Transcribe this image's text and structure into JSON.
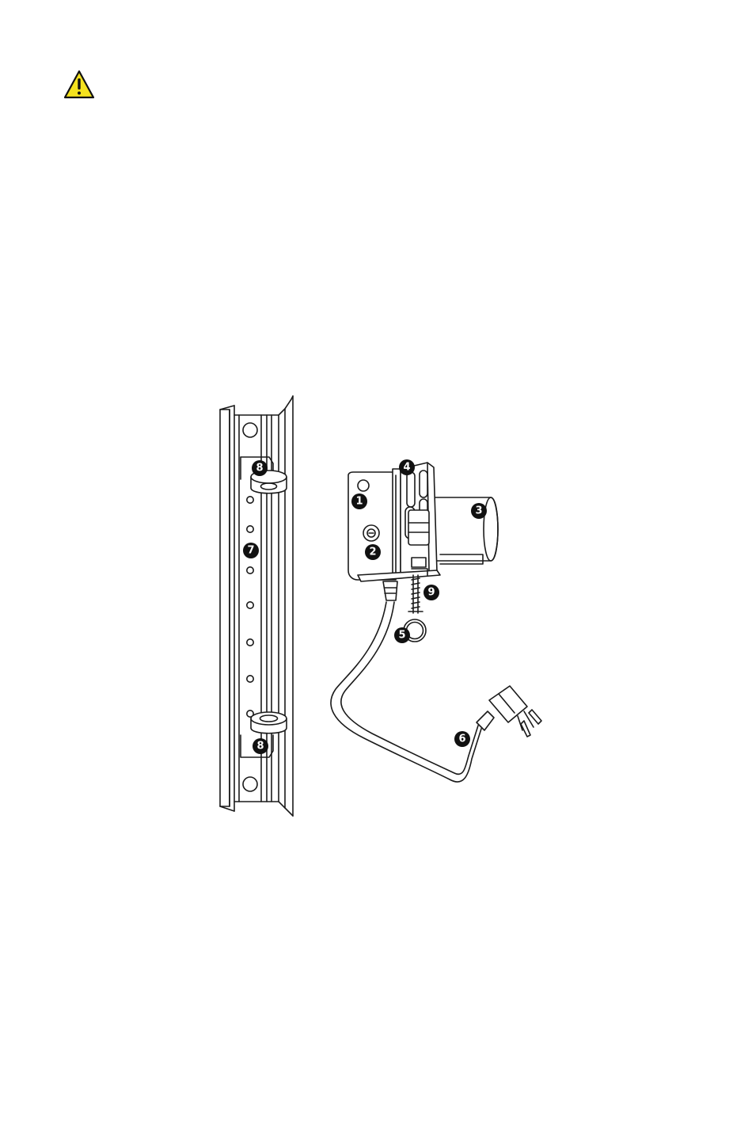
{
  "colors": {
    "warning_fill": "#f4e21f",
    "warning_stroke": "#111111",
    "ink": "#1a1a1a",
    "badge": "#111111"
  },
  "icons": {
    "warning": "warning-triangle-icon"
  },
  "callouts": {
    "c1": "1",
    "c2": "2",
    "c3": "3",
    "c4": "4",
    "c5": "5",
    "c6": "6",
    "c7": "7",
    "c8_top": "8",
    "c8_bottom": "8",
    "c9": "9"
  }
}
